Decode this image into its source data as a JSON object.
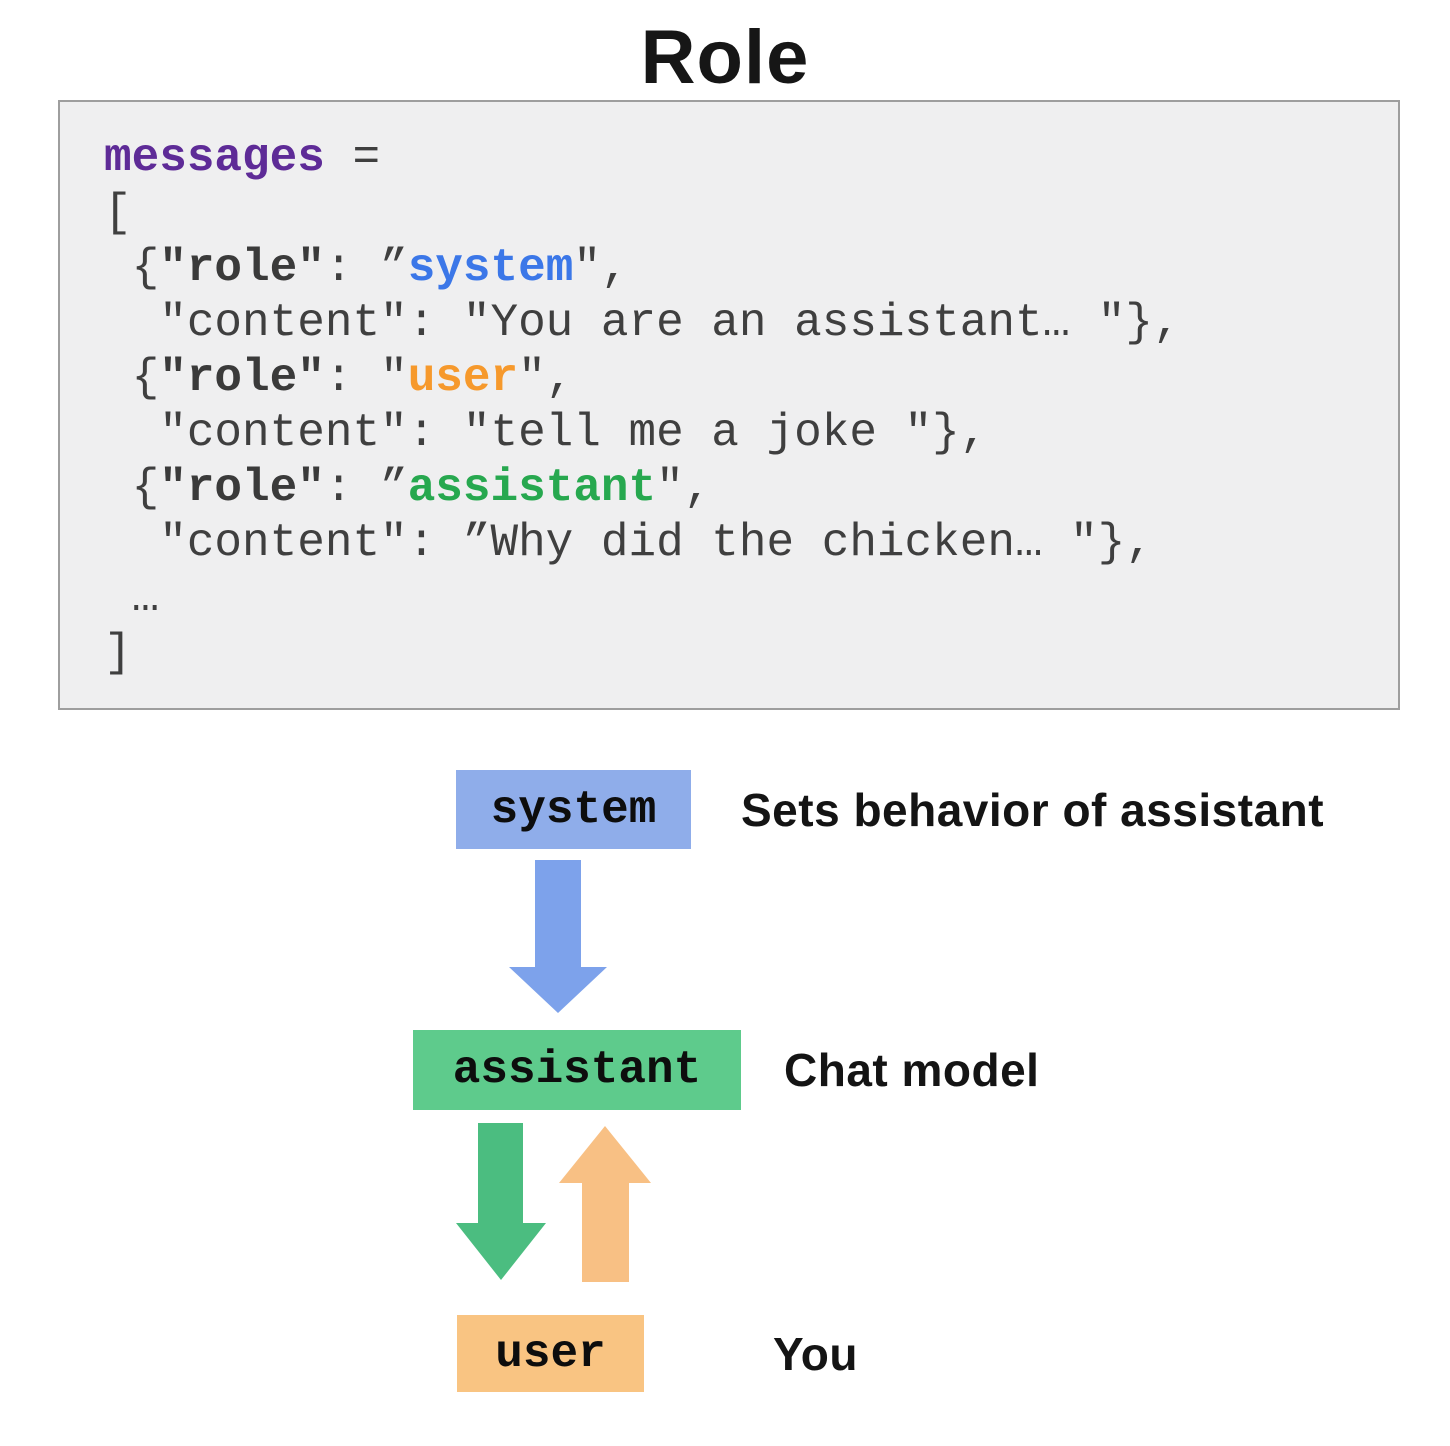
{
  "title": "Role",
  "code": {
    "styles": {
      "var": {
        "color": "#5e2b97",
        "bold": true
      },
      "p": {
        "color": "#3f3f3f",
        "bold": false
      },
      "key": {
        "color": "#3a3a3a",
        "bold": true
      },
      "system": {
        "color": "#3b77e8",
        "bold": true
      },
      "user": {
        "color": "#f6992c",
        "bold": true
      },
      "assistant": {
        "color": "#27a84f",
        "bold": true
      }
    },
    "lines": [
      [
        {
          "t": "messages",
          "c": "var"
        },
        {
          "t": " =",
          "c": "p"
        }
      ],
      [
        {
          "t": "[",
          "c": "p"
        }
      ],
      [
        {
          "t": " {",
          "c": "p"
        },
        {
          "t": "\"role\"",
          "c": "key"
        },
        {
          "t": ": ”",
          "c": "p"
        },
        {
          "t": "system",
          "c": "system"
        },
        {
          "t": "\",",
          "c": "p"
        }
      ],
      [
        {
          "t": "  \"content\": \"You are an assistant… \"},",
          "c": "p"
        }
      ],
      [
        {
          "t": " {",
          "c": "p"
        },
        {
          "t": "\"role\"",
          "c": "key"
        },
        {
          "t": ": \"",
          "c": "p"
        },
        {
          "t": "user",
          "c": "user"
        },
        {
          "t": "\",",
          "c": "p"
        }
      ],
      [
        {
          "t": "  \"content\": \"tell me a joke \"},",
          "c": "p"
        }
      ],
      [
        {
          "t": " {",
          "c": "p"
        },
        {
          "t": "\"role\"",
          "c": "key"
        },
        {
          "t": ": ”",
          "c": "p"
        },
        {
          "t": "assistant",
          "c": "assistant"
        },
        {
          "t": "\",",
          "c": "p"
        }
      ],
      [
        {
          "t": "  \"content\": ”Why did the chicken… \"},",
          "c": "p"
        }
      ],
      [
        {
          "t": " …",
          "c": "p"
        }
      ],
      [
        {
          "t": "]",
          "c": "p"
        }
      ]
    ]
  },
  "diagram": {
    "system": {
      "label": "system",
      "description": "Sets behavior of assistant",
      "box_color": "#8fadea",
      "arrow_color": "#7da2eb"
    },
    "assistant": {
      "label": "assistant",
      "description": "Chat model",
      "box_color": "#5ecb8c",
      "arrow_color": "#4bbd80"
    },
    "user": {
      "label": "user",
      "description": "You",
      "box_color": "#f9c482",
      "arrow_color": "#f8c084"
    }
  },
  "colors": {
    "page_bg": "#ffffff",
    "code_bg": "#efeff0",
    "code_border": "#9e9e9e"
  }
}
